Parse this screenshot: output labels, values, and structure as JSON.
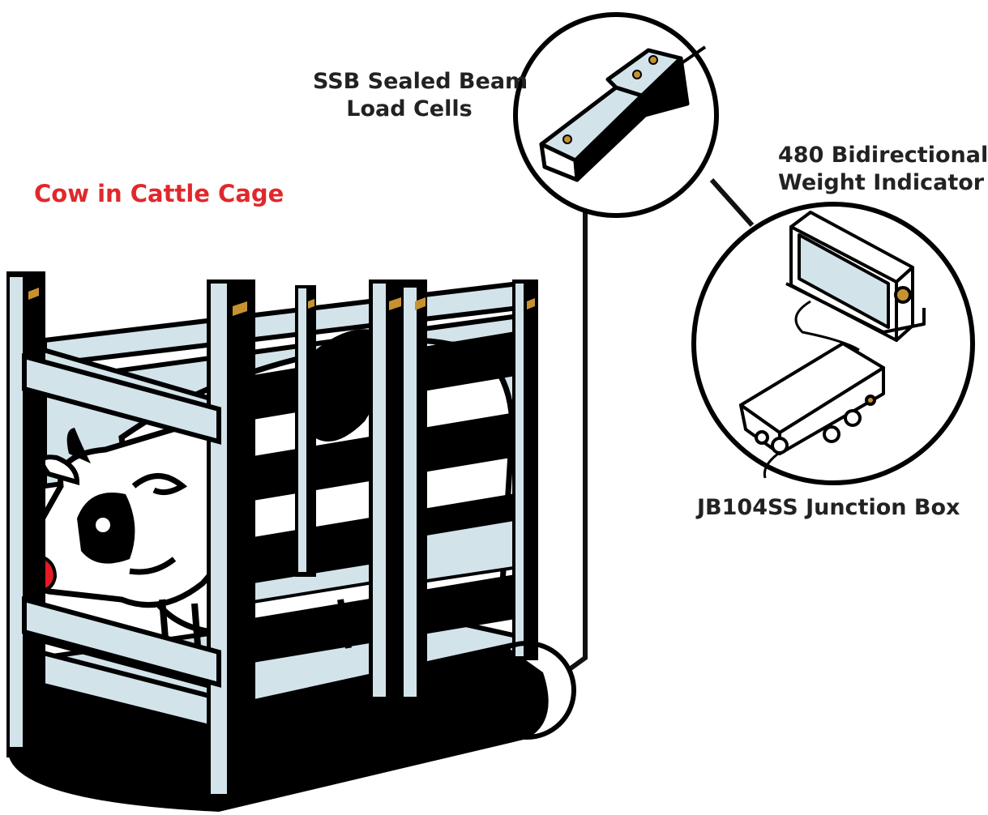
{
  "labels": {
    "cow_cage": "Cow in Cattle Cage",
    "load_cells_line1": "SSB Sealed Beam",
    "load_cells_line2": "Load Cells",
    "indicator_line1": "480 Bidirectional",
    "indicator_line2": "Weight Indicator",
    "junction_box": "JB104SS Junction Box"
  },
  "colors": {
    "cow_label": "#e0282b",
    "text": "#222222",
    "outline": "#000000",
    "steel_blue": "#d3e3ea",
    "nose": "#e31b25",
    "bolt": "#c6922f"
  }
}
